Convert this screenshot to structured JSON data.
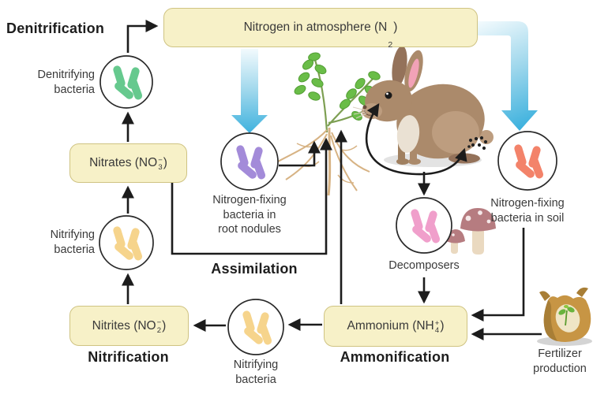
{
  "boxes": {
    "atmosphere": {
      "prefix": "Nitrogen in atmosphere (N",
      "sub": "2",
      "suffix": ")"
    },
    "nitrates": {
      "prefix": "Nitrates (NO",
      "sup": "−",
      "sub": "3",
      "suffix": ")"
    },
    "nitrites": {
      "prefix": "Nitrites (NO",
      "sup": "−",
      "sub": "2",
      "suffix": ")"
    },
    "ammonium": {
      "prefix": "Ammonium (NH",
      "sup": "+",
      "sub": "4",
      "suffix": ")"
    }
  },
  "process_labels": {
    "denitrification": "Denitrification",
    "nitrification": "Nitrification",
    "assimilation": "Assimilation",
    "ammonification": "Ammonification"
  },
  "entity_labels": {
    "denitrifying_bacteria": [
      "Denitrifying",
      "bacteria"
    ],
    "nitrifying_bacteria_left": [
      "Nitrifying",
      "bacteria"
    ],
    "nitrifying_bacteria_bottom": [
      "Nitrifying",
      "bacteria"
    ],
    "root_nodule_bacteria": [
      "Nitrogen-fixing",
      "bacteria in",
      "root nodules"
    ],
    "soil_bacteria": [
      "Nitrogen-fixing",
      "bacteria in soil"
    ],
    "decomposers": [
      "Decomposers"
    ],
    "fertilizer": [
      "Fertilizer",
      "production"
    ]
  },
  "colors": {
    "box_fill": "#f7f1c8",
    "box_border": "#cfc382",
    "line": "#1c1c1c",
    "denitrifying_bacteria": "#66c98e",
    "nitrifying_bacteria": "#f6d48c",
    "root_nodule_bacteria": "#a38bd9",
    "decomposer_bacteria": "#f09fcb",
    "soil_bacteria": "#f3836a",
    "atmosphere_arrow_top": "#f2fafd",
    "atmosphere_arrow_mid": "#9ed7ec",
    "atmosphere_arrow_bottom": "#3fb2de"
  }
}
